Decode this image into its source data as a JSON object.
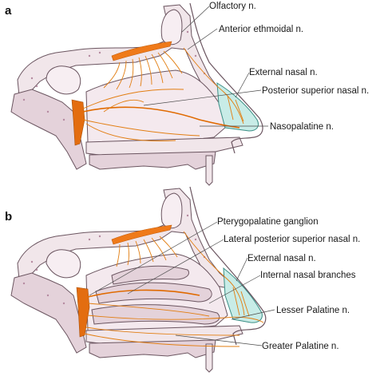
{
  "panels": [
    {
      "letter": "a",
      "labels": [
        "Olfactory n.",
        "Anterior ethmoidal n.",
        "External nasal n.",
        "Posterior superior nasal n.",
        "Nasopalatine n."
      ]
    },
    {
      "letter": "b",
      "labels": [
        "Pterygopalatine ganglion",
        "Lateral posterior superior nasal n.",
        "External nasal n.",
        "Internal nasal branches",
        "Lesser Palatine n.",
        "Greater Palatine n."
      ]
    }
  ],
  "colors": {
    "nerve": "#e27d10",
    "cartilage": "#c8ece7",
    "bone": "#f1e6ea"
  }
}
